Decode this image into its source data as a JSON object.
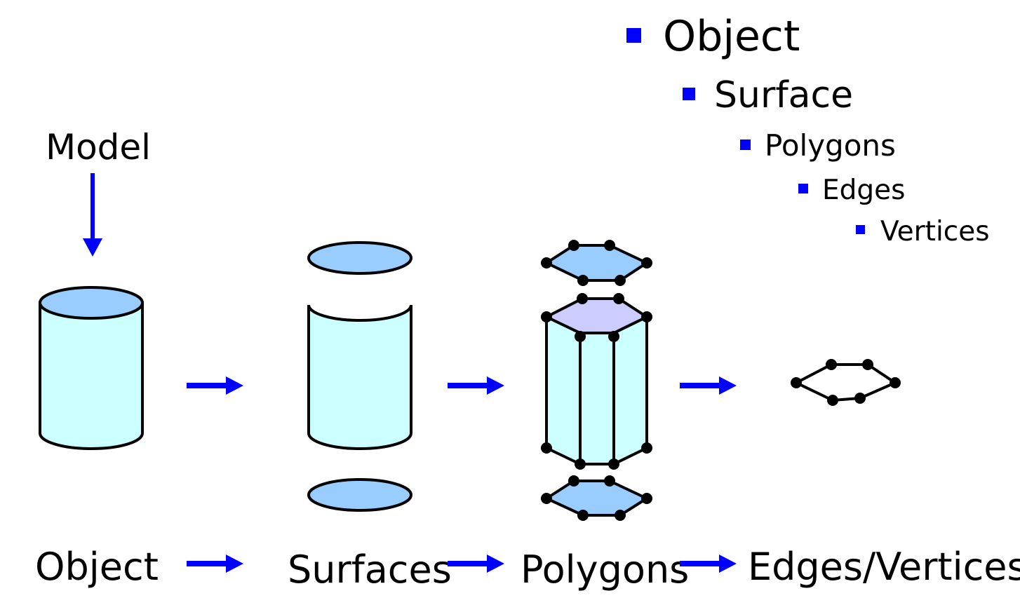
{
  "colors": {
    "arrow": "#0000ff",
    "bullet": "#0000ff",
    "cylinder_body": "#ccffff",
    "cap_fill": "#99ccff",
    "top_polygon": "#ccccff",
    "outline": "#000000"
  },
  "hierarchy": {
    "items": [
      {
        "text": "Object",
        "level": 1
      },
      {
        "text": "Surface",
        "level": 2
      },
      {
        "text": "Polygons",
        "level": 3
      },
      {
        "text": "Edges",
        "level": 4
      },
      {
        "text": "Vertices",
        "level": 5
      }
    ]
  },
  "model_label": "Model",
  "bottom_labels": {
    "object": "Object",
    "surfaces": "Surfaces",
    "polygons": "Polygons",
    "edges_vertices": "Edges/Vertices"
  }
}
